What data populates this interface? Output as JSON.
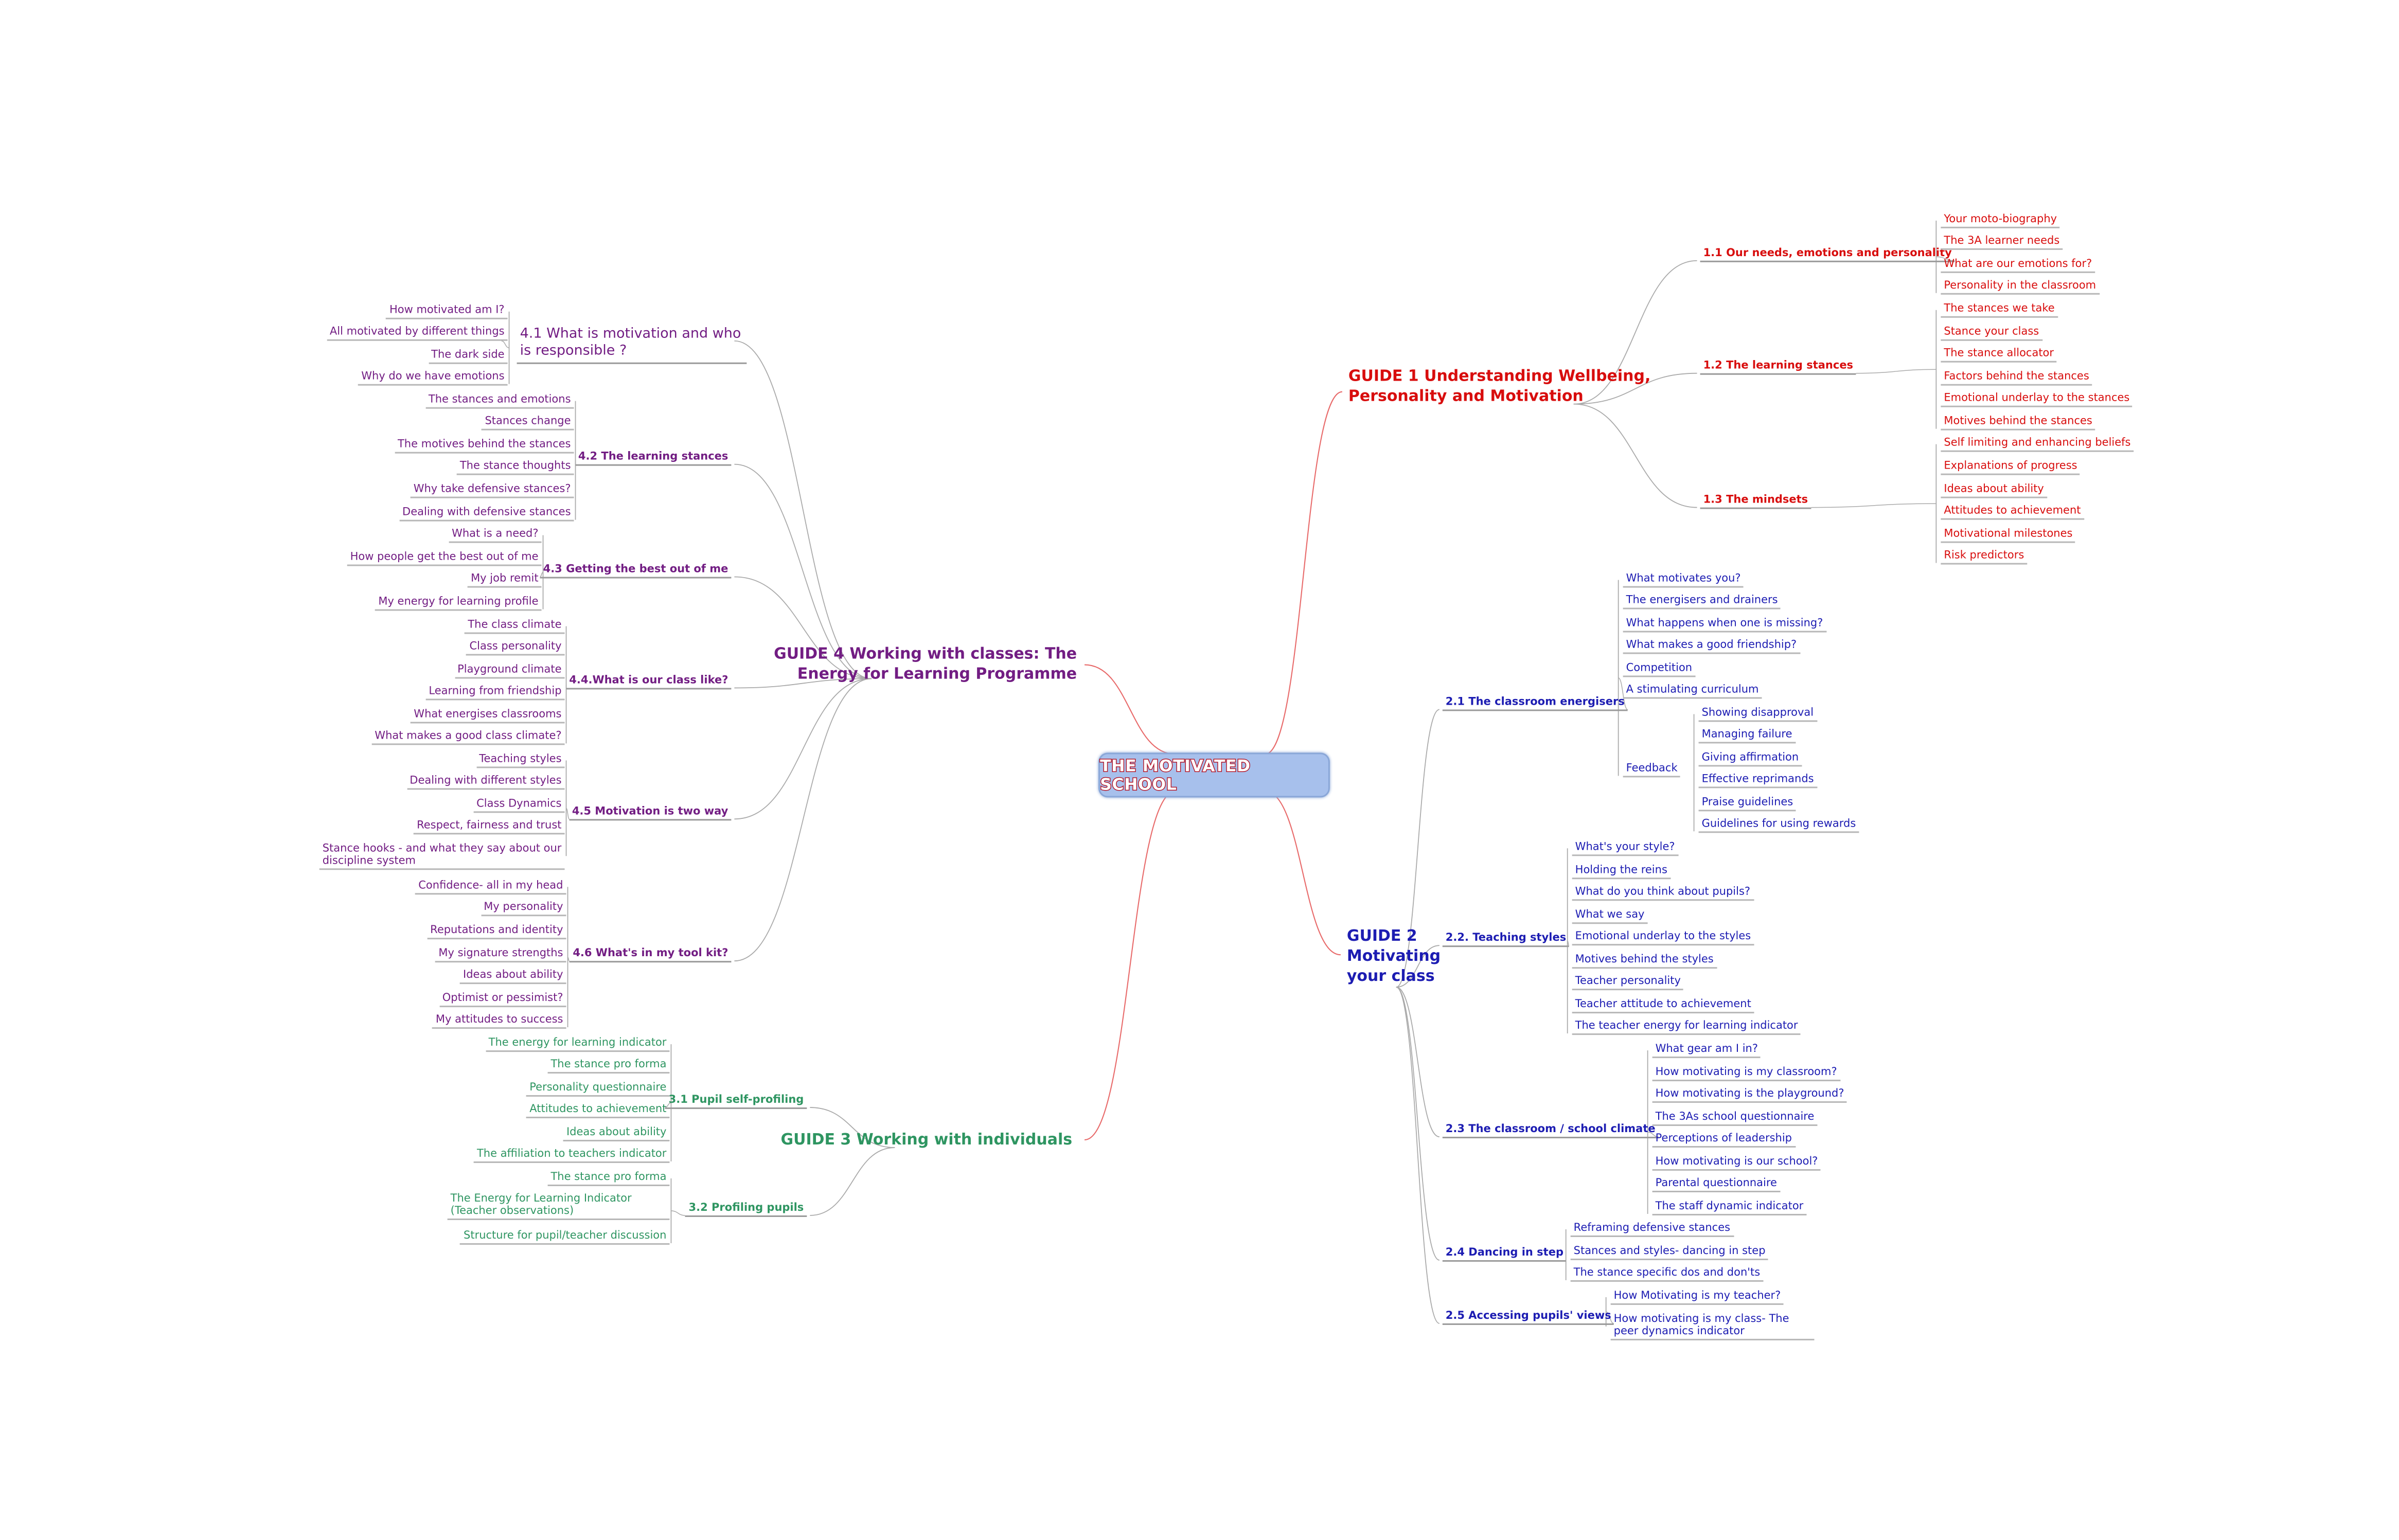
{
  "center": {
    "title": "THE MOTIVATED SCHOOL"
  },
  "colors": {
    "guide1": "#d80d0d",
    "guide2": "#1c1cb2",
    "guide3": "#2e9561",
    "guide4": "#721d83",
    "center_fill": "#a7c0ec",
    "center_text_outline": "#b3182b",
    "links": "#aaaaaa"
  },
  "guides": {
    "g1": {
      "title": "GUIDE 1 Understanding Wellbeing, Personality and Motivation",
      "subs": [
        {
          "label": "1.1 Our needs, emotions and personality",
          "items": [
            "Your moto-biography",
            "The 3A learner needs",
            "What are our emotions for?",
            "Personality in the classroom"
          ]
        },
        {
          "label": "1.2 The learning stances",
          "items": [
            "The stances we take",
            "Stance your class",
            "The stance allocator",
            "Factors behind the stances",
            "Emotional underlay to the stances",
            "Motives behind the stances"
          ]
        },
        {
          "label": "1.3 The mindsets",
          "items": [
            "Self limiting and enhancing beliefs",
            "Explanations of progress",
            "Ideas about ability",
            "Attitudes to achievement",
            "Motivational milestones",
            "Risk predictors"
          ]
        }
      ]
    },
    "g2": {
      "title": "GUIDE 2 Motivating your class",
      "subs": [
        {
          "label": "2.1 The classroom energisers",
          "items": [
            "What motivates you?",
            "The energisers and drainers",
            "What happens when one is missing?",
            "What makes a good friendship?",
            "Competition",
            "A stimulating curriculum",
            "Feedback"
          ],
          "feedback_items": [
            "Showing disapproval",
            "Managing failure",
            "Giving affirmation",
            "Effective reprimands",
            "Praise guidelines",
            "Guidelines for using rewards"
          ]
        },
        {
          "label": "2.2. Teaching styles",
          "items": [
            "What's your style?",
            "Holding the reins",
            "What do you think about pupils?",
            "What we say",
            "Emotional underlay to the styles",
            "Motives behind the styles",
            "Teacher personality",
            "Teacher attitude to achievement",
            "The teacher energy for learning indicator"
          ]
        },
        {
          "label": "2.3 The classroom / school climate",
          "items": [
            "What gear am I in?",
            "How motivating is my classroom?",
            "How motivating is the playground?",
            "The 3As school questionnaire",
            "Perceptions of leadership",
            "How motivating is our school?",
            "Parental questionnaire",
            "The staff dynamic indicator"
          ]
        },
        {
          "label": "2.4 Dancing in step",
          "items": [
            "Reframing defensive stances",
            "Stances and styles- dancing in step",
            "The stance specific dos and don'ts"
          ]
        },
        {
          "label": "2.5 Accessing pupils' views",
          "items": [
            "How Motivating is my teacher?",
            "How motivating is my class- The peer dynamics indicator"
          ]
        }
      ]
    },
    "g3": {
      "title": "GUIDE 3 Working with individuals",
      "subs": [
        {
          "label": "3.1 Pupil self-profiling",
          "items": [
            "The energy for learning indicator",
            "The stance pro forma",
            "Personality questionnaire",
            "Attitudes to achievement",
            "Ideas about ability",
            "The affiliation to teachers indicator"
          ]
        },
        {
          "label": "3.2 Profiling pupils",
          "items": [
            "The stance pro forma",
            "The Energy for Learning Indicator (Teacher observations)",
            "Structure for pupil/teacher discussion"
          ]
        }
      ]
    },
    "g4": {
      "title": "GUIDE 4 Working with classes: The Energy for Learning Programme",
      "subs": [
        {
          "label": "4.1 What is motivation and who is responsible ?",
          "items": [
            "How motivated am I?",
            "All motivated by different things",
            "The dark side",
            "Why do we have emotions"
          ]
        },
        {
          "label": "4.2 The learning stances",
          "items": [
            "The stances and emotions",
            "Stances change",
            "The motives behind the stances",
            "The stance thoughts",
            "Why take defensive stances?",
            "Dealing with defensive stances"
          ]
        },
        {
          "label": "4.3 Getting the best out of me",
          "items": [
            "What is a need?",
            "How people get the best out of me",
            "My job remit",
            "My energy for learning profile"
          ]
        },
        {
          "label": "4.4.What is our class like?",
          "items": [
            "The class climate",
            "Class personality",
            "Playground climate",
            "Learning from friendship",
            "What energises classrooms",
            "What makes a good class climate?"
          ]
        },
        {
          "label": "4.5 Motivation is two way",
          "items": [
            "Teaching styles",
            "Dealing with different styles",
            "Class Dynamics",
            "Respect, fairness and trust",
            "Stance hooks - and what they say about our discipline system"
          ]
        },
        {
          "label": "4.6 What's in my tool kit?",
          "items": [
            "Confidence- all in my head",
            "My personality",
            "Reputations and identity",
            "My signature strengths",
            "Ideas about ability",
            "Optimist or pessimist?",
            "My attitudes to success"
          ]
        }
      ]
    }
  }
}
